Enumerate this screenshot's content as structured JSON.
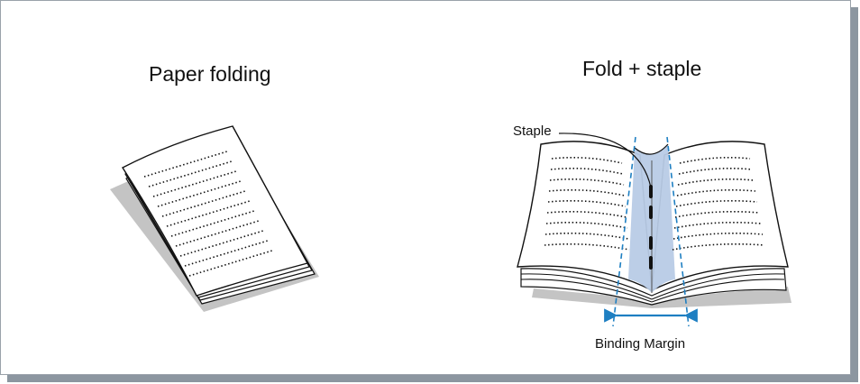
{
  "panels": {
    "left": {
      "title": "Paper folding"
    },
    "right": {
      "title": "Fold + staple"
    }
  },
  "labels": {
    "staple": "Staple",
    "binding_margin": "Binding Margin"
  },
  "colors": {
    "margin_fill": "#b8cbe6",
    "margin_line": "#1e7fc2",
    "paper_shadow": "#c4c4c4",
    "ink": "#111111"
  }
}
